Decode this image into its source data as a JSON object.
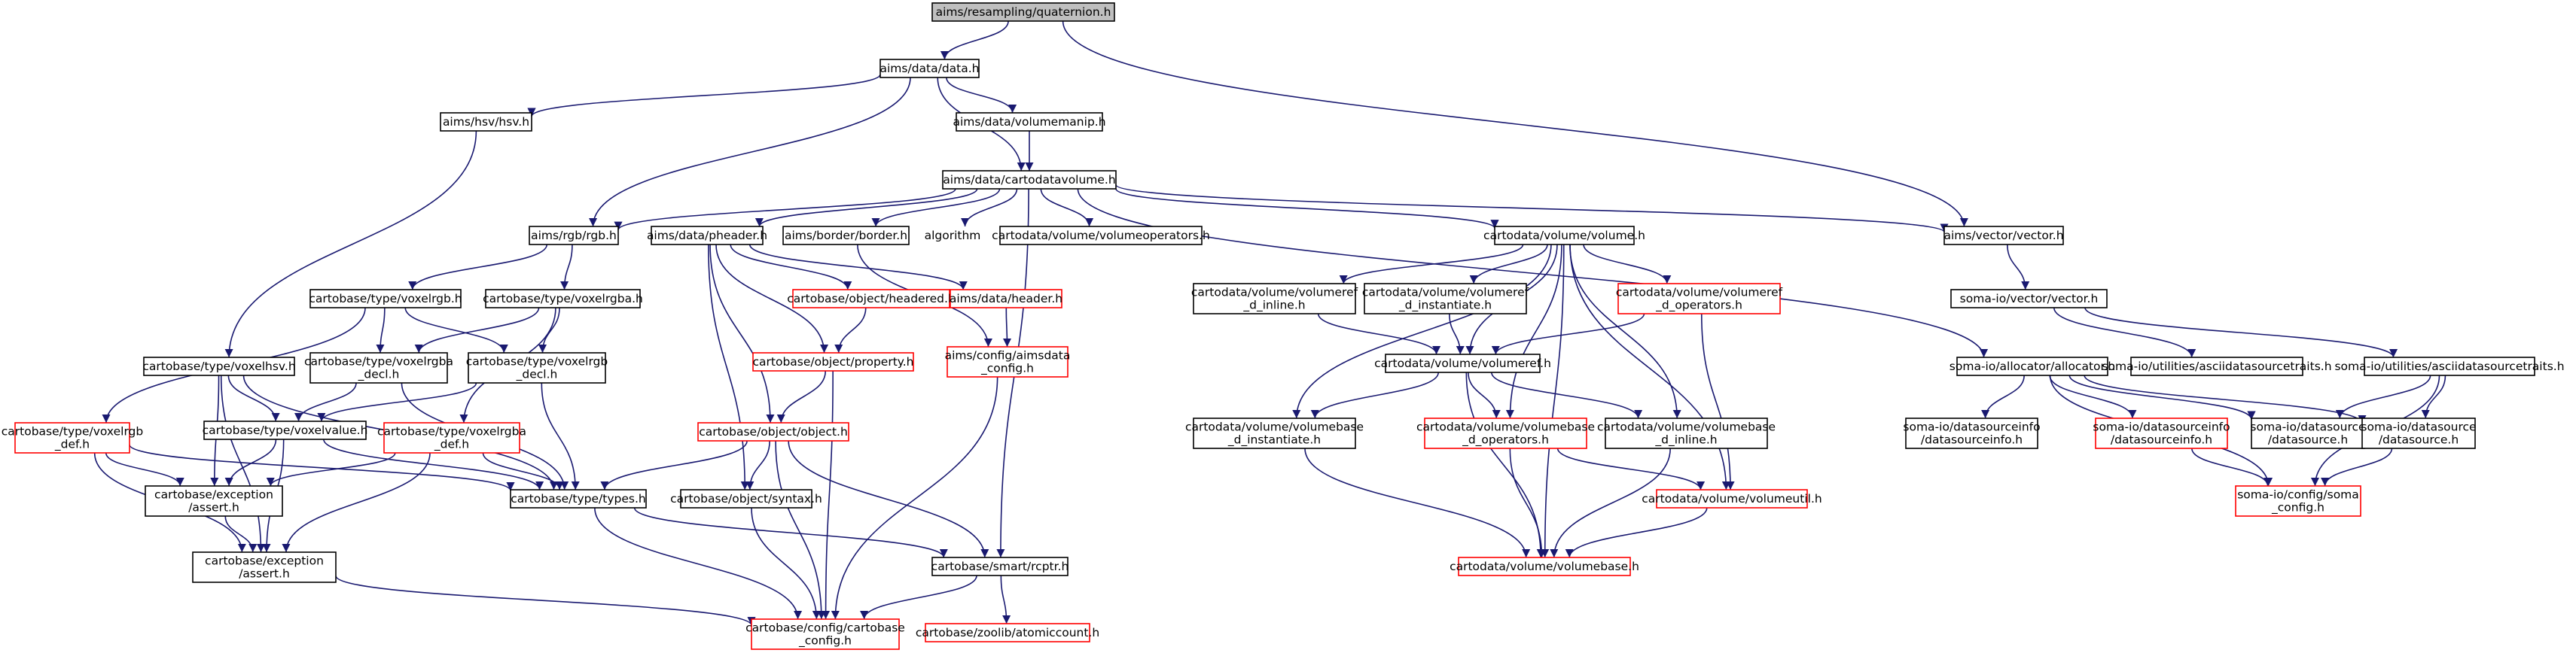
{
  "colors": {
    "edge": "#191970",
    "black_border": "#000000",
    "red_border": "#ff0000",
    "root_fill": "#bfbfbf",
    "text": "#000000"
  },
  "nodes": [
    {
      "id": "n0",
      "lines": [
        "aims/resampling/quaternion.h"
      ],
      "style": "root"
    },
    {
      "id": "n1",
      "lines": [
        "aims/data/data.h"
      ],
      "style": "black"
    },
    {
      "id": "n2",
      "lines": [
        "aims/hsv/hsv.h"
      ],
      "style": "black"
    },
    {
      "id": "n3",
      "lines": [
        "aims/data/volumemanip.h"
      ],
      "style": "black"
    },
    {
      "id": "n4",
      "lines": [
        "aims/data/cartodatavolume.h"
      ],
      "style": "black"
    },
    {
      "id": "n5",
      "lines": [
        "aims/vector/vector.h"
      ],
      "style": "black"
    },
    {
      "id": "n6",
      "lines": [
        "aims/rgb/rgb.h"
      ],
      "style": "black"
    },
    {
      "id": "n7",
      "lines": [
        "aims/data/pheader.h"
      ],
      "style": "black"
    },
    {
      "id": "n8",
      "lines": [
        "aims/border/border.h"
      ],
      "style": "black"
    },
    {
      "id": "n9",
      "lines": [
        "algorithm"
      ],
      "style": "none"
    },
    {
      "id": "n10",
      "lines": [
        "cartodata/volume/volumeoperators.h"
      ],
      "style": "black"
    },
    {
      "id": "n11",
      "lines": [
        "cartodata/volume/volume.h"
      ],
      "style": "black"
    },
    {
      "id": "n12",
      "lines": [
        "soma-io/vector/vector.h"
      ],
      "style": "black"
    },
    {
      "id": "n13",
      "lines": [
        "cartobase/type/voxelrgb.h"
      ],
      "style": "black"
    },
    {
      "id": "n14",
      "lines": [
        "cartobase/type/voxelrgba.h"
      ],
      "style": "black"
    },
    {
      "id": "n15",
      "lines": [
        "cartobase/object/headered.h"
      ],
      "style": "red"
    },
    {
      "id": "n16",
      "lines": [
        "aims/data/header.h"
      ],
      "style": "red"
    },
    {
      "id": "n17",
      "lines": [
        "cartobase/object/property.h"
      ],
      "style": "red"
    },
    {
      "id": "n18",
      "lines": [
        "aims/config/aimsdata",
        "_config.h"
      ],
      "style": "red"
    },
    {
      "id": "n19",
      "lines": [
        "cartobase/type/voxelhsv.h"
      ],
      "style": "black"
    },
    {
      "id": "n20",
      "lines": [
        "cartobase/type/voxelrgba",
        "_decl.h"
      ],
      "style": "black"
    },
    {
      "id": "n21",
      "lines": [
        "cartobase/type/voxelrgb",
        "_decl.h"
      ],
      "style": "black"
    },
    {
      "id": "n22",
      "lines": [
        "cartobase/type/voxelrgb",
        "_def.h"
      ],
      "style": "red"
    },
    {
      "id": "n23",
      "lines": [
        "cartobase/type/voxelvalue.h"
      ],
      "style": "black"
    },
    {
      "id": "n24",
      "lines": [
        "cartobase/type/voxelrgba",
        "_def.h"
      ],
      "style": "red"
    },
    {
      "id": "n25",
      "lines": [
        "cartobase/object/object.h"
      ],
      "style": "red"
    },
    {
      "id": "n26",
      "lines": [
        "cartobase/exception",
        "/assert.h"
      ],
      "style": "black"
    },
    {
      "id": "n27",
      "lines": [
        "cartobase/type/types.h"
      ],
      "style": "black"
    },
    {
      "id": "n28",
      "lines": [
        "cartobase/object/syntax.h"
      ],
      "style": "black"
    },
    {
      "id": "n29",
      "lines": [
        "cartobase/exception",
        "/assert.h"
      ],
      "style": "black"
    },
    {
      "id": "n30",
      "lines": [
        "cartobase/smart/rcptr.h"
      ],
      "style": "black"
    },
    {
      "id": "n31",
      "lines": [
        "cartobase/config/cartobase",
        "_config.h"
      ],
      "style": "red"
    },
    {
      "id": "n32",
      "lines": [
        "cartobase/zoolib/atomiccount.h"
      ],
      "style": "red"
    },
    {
      "id": "n33",
      "lines": [
        "cartodata/volume/volumeref",
        "_d_inline.h"
      ],
      "style": "black"
    },
    {
      "id": "n34",
      "lines": [
        "cartodata/volume/volumeref",
        "_d_instantiate.h"
      ],
      "style": "black"
    },
    {
      "id": "n35",
      "lines": [
        "cartodata/volume/volumeref",
        "_d_operators.h"
      ],
      "style": "red"
    },
    {
      "id": "n36",
      "lines": [
        "cartodata/volume/volumeref.h"
      ],
      "style": "black"
    },
    {
      "id": "n37",
      "lines": [
        "cartodata/volume/volumebase",
        "_d_instantiate.h"
      ],
      "style": "black"
    },
    {
      "id": "n38",
      "lines": [
        "cartodata/volume/volumebase",
        "_d_operators.h"
      ],
      "style": "red"
    },
    {
      "id": "n39",
      "lines": [
        "cartodata/volume/volumebase",
        "_d_inline.h"
      ],
      "style": "black"
    },
    {
      "id": "n40",
      "lines": [
        "cartodata/volume/volumeutil.h"
      ],
      "style": "red"
    },
    {
      "id": "n41",
      "lines": [
        "cartodata/volume/volumebase.h"
      ],
      "style": "red"
    },
    {
      "id": "n42",
      "lines": [
        "soma-io/allocator/allocator.h"
      ],
      "style": "black"
    },
    {
      "id": "n43",
      "lines": [
        "soma-io/utilities/asciidatasourcetraits.h"
      ],
      "style": "black"
    },
    {
      "id": "n44",
      "lines": [
        "soma-io/utilities/asciidatasourcetraits.h"
      ],
      "style": "black"
    },
    {
      "id": "n45",
      "lines": [
        "soma-io/datasourceinfo",
        "/datasourceinfo.h"
      ],
      "style": "black"
    },
    {
      "id": "n46",
      "lines": [
        "soma-io/datasourceinfo",
        "/datasourceinfo.h"
      ],
      "style": "red"
    },
    {
      "id": "n47",
      "lines": [
        "soma-io/datasource",
        "/datasource.h"
      ],
      "style": "black"
    },
    {
      "id": "n48",
      "lines": [
        "soma-io/datasource",
        "/datasource.h"
      ],
      "style": "black"
    },
    {
      "id": "n49",
      "lines": [
        "soma-io/config/soma",
        "_config.h"
      ],
      "style": "red"
    }
  ],
  "edges": [
    [
      "n0",
      "n1"
    ],
    [
      "n0",
      "n5"
    ],
    [
      "n1",
      "n2"
    ],
    [
      "n1",
      "n3"
    ],
    [
      "n1",
      "n4"
    ],
    [
      "n1",
      "n6"
    ],
    [
      "n3",
      "n4"
    ],
    [
      "n4",
      "n6"
    ],
    [
      "n4",
      "n7"
    ],
    [
      "n4",
      "n8"
    ],
    [
      "n4",
      "n9"
    ],
    [
      "n4",
      "n10"
    ],
    [
      "n4",
      "n11"
    ],
    [
      "n4",
      "n5"
    ],
    [
      "n4",
      "n30"
    ],
    [
      "n4",
      "n42"
    ],
    [
      "n2",
      "n19"
    ],
    [
      "n6",
      "n13"
    ],
    [
      "n6",
      "n14"
    ],
    [
      "n7",
      "n15"
    ],
    [
      "n7",
      "n16"
    ],
    [
      "n7",
      "n17"
    ],
    [
      "n7",
      "n25"
    ],
    [
      "n7",
      "n28"
    ],
    [
      "n8",
      "n18"
    ],
    [
      "n13",
      "n22"
    ],
    [
      "n13",
      "n20"
    ],
    [
      "n13",
      "n21"
    ],
    [
      "n14",
      "n20"
    ],
    [
      "n14",
      "n21"
    ],
    [
      "n14",
      "n24"
    ],
    [
      "n15",
      "n17"
    ],
    [
      "n16",
      "n18"
    ],
    [
      "n17",
      "n25"
    ],
    [
      "n17",
      "n31"
    ],
    [
      "n18",
      "n31"
    ],
    [
      "n19",
      "n23"
    ],
    [
      "n19",
      "n26"
    ],
    [
      "n19",
      "n27"
    ],
    [
      "n19",
      "n29"
    ],
    [
      "n20",
      "n23"
    ],
    [
      "n20",
      "n27"
    ],
    [
      "n21",
      "n23"
    ],
    [
      "n21",
      "n27"
    ],
    [
      "n22",
      "n26"
    ],
    [
      "n22",
      "n27"
    ],
    [
      "n22",
      "n29"
    ],
    [
      "n23",
      "n26"
    ],
    [
      "n23",
      "n27"
    ],
    [
      "n23",
      "n29"
    ],
    [
      "n24",
      "n26"
    ],
    [
      "n24",
      "n27"
    ],
    [
      "n24",
      "n29"
    ],
    [
      "n25",
      "n27"
    ],
    [
      "n25",
      "n28"
    ],
    [
      "n25",
      "n30"
    ],
    [
      "n25",
      "n31"
    ],
    [
      "n26",
      "n29"
    ],
    [
      "n27",
      "n30"
    ],
    [
      "n27",
      "n31"
    ],
    [
      "n28",
      "n31"
    ],
    [
      "n29",
      "n31"
    ],
    [
      "n30",
      "n31"
    ],
    [
      "n30",
      "n32"
    ],
    [
      "n11",
      "n33"
    ],
    [
      "n11",
      "n34"
    ],
    [
      "n11",
      "n35"
    ],
    [
      "n11",
      "n36"
    ],
    [
      "n11",
      "n37"
    ],
    [
      "n11",
      "n38"
    ],
    [
      "n11",
      "n39"
    ],
    [
      "n11",
      "n40"
    ],
    [
      "n11",
      "n41"
    ],
    [
      "n33",
      "n36"
    ],
    [
      "n34",
      "n36"
    ],
    [
      "n35",
      "n36"
    ],
    [
      "n35",
      "n40"
    ],
    [
      "n36",
      "n37"
    ],
    [
      "n36",
      "n38"
    ],
    [
      "n36",
      "n39"
    ],
    [
      "n36",
      "n41"
    ],
    [
      "n37",
      "n41"
    ],
    [
      "n38",
      "n40"
    ],
    [
      "n38",
      "n41"
    ],
    [
      "n39",
      "n41"
    ],
    [
      "n40",
      "n41"
    ],
    [
      "n5",
      "n12"
    ],
    [
      "n12",
      "n43"
    ],
    [
      "n12",
      "n44"
    ],
    [
      "n42",
      "n45"
    ],
    [
      "n42",
      "n46"
    ],
    [
      "n42",
      "n47"
    ],
    [
      "n42",
      "n48"
    ],
    [
      "n42",
      "n49"
    ],
    [
      "n44",
      "n47"
    ],
    [
      "n44",
      "n48"
    ],
    [
      "n44",
      "n49"
    ],
    [
      "n46",
      "n49"
    ],
    [
      "n48",
      "n49"
    ]
  ]
}
